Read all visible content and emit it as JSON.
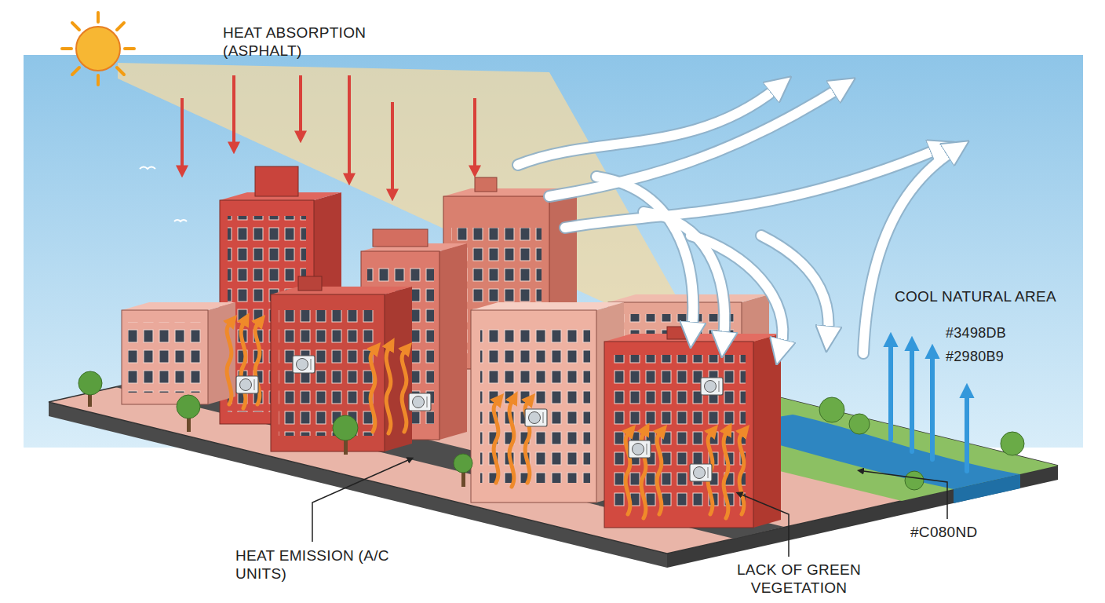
{
  "diagram": {
    "labels": [
      "HEAT ABSORPTION (ASPHALT)",
      "COOL NATURAL AREA",
      "#3498DB",
      "#2980B9",
      "HEAT EMISSION (A/C UNITS)",
      "LACK OF GREEN VEGETATION",
      "#C080ND"
    ]
  }
}
